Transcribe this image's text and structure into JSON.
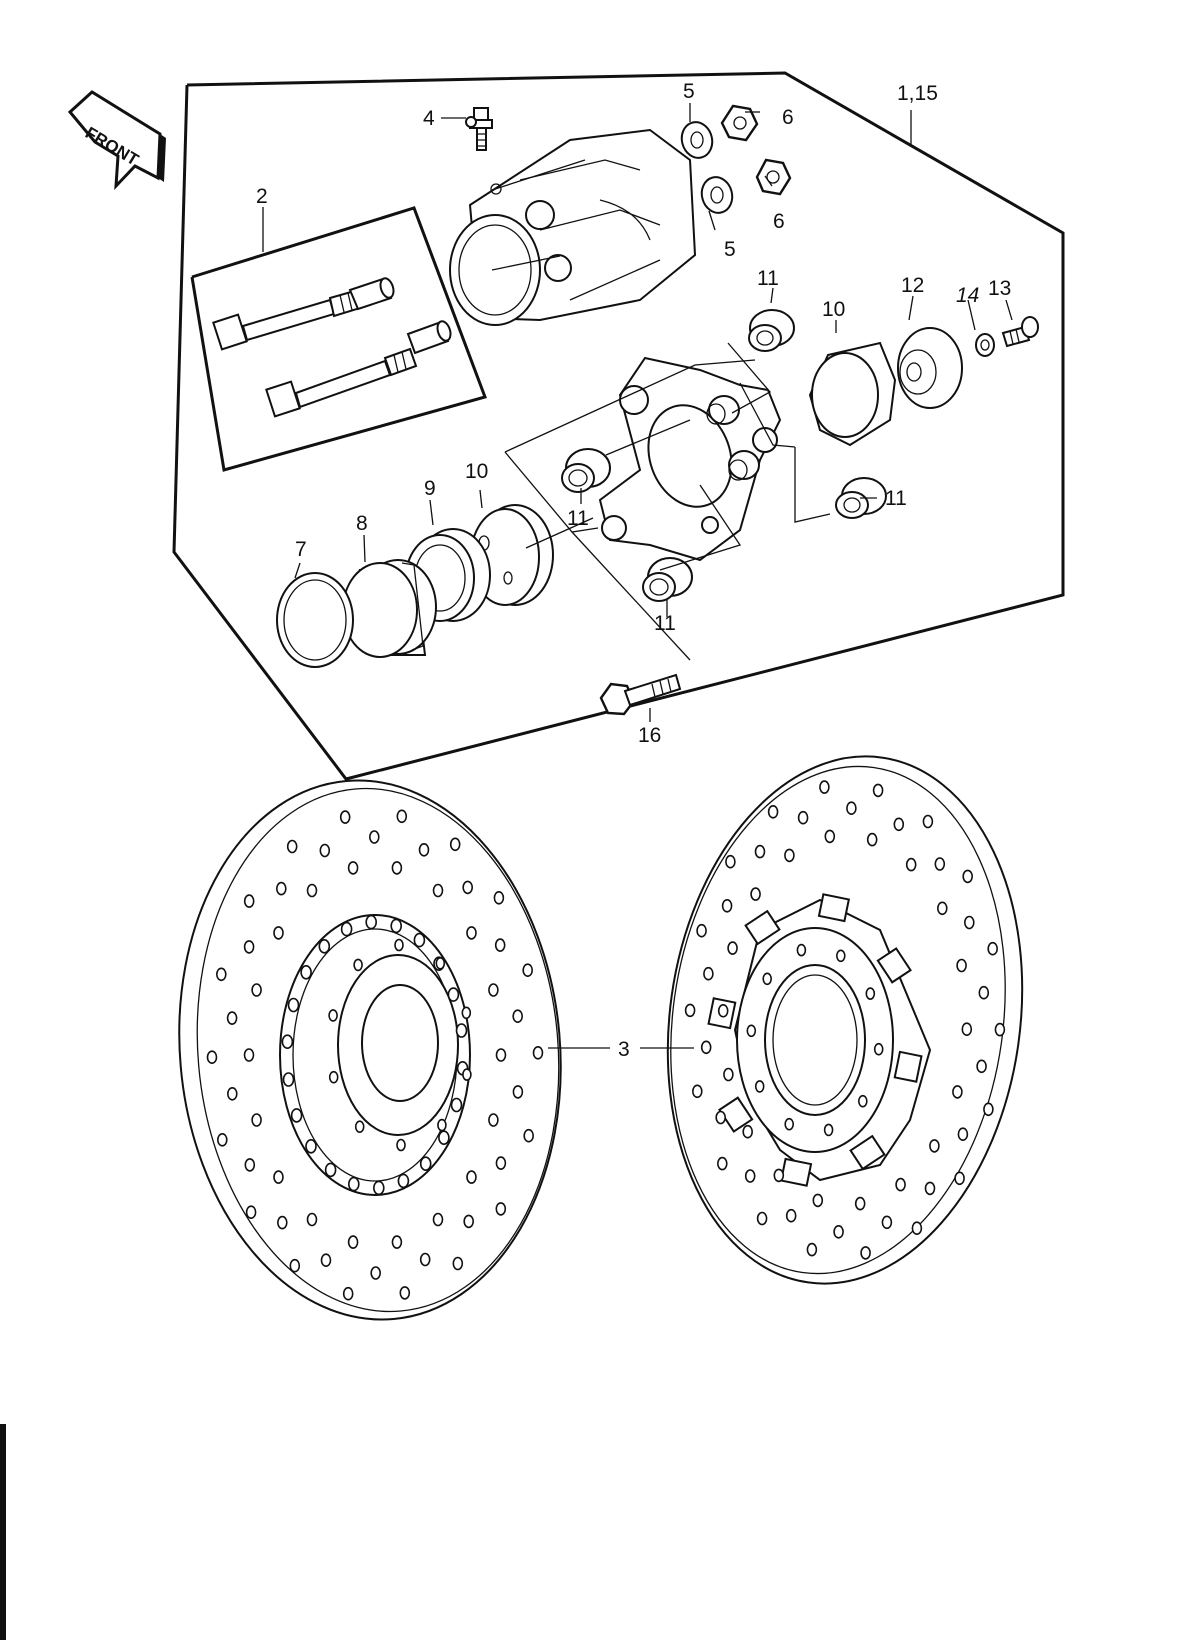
{
  "front_badge": "FRONT",
  "labels": {
    "calipers_assy": "1,15",
    "pin_kit": "2",
    "disc": "3",
    "bleed_valve": "4",
    "washer_top": "5",
    "washer_mid": "5",
    "nut_top": "6",
    "nut_mid": "6",
    "oil_seal": "7",
    "piston": "8",
    "dust_seal": "9",
    "pad_left": "10",
    "pad_right": "10",
    "boot_top": "11",
    "boot_right": "11",
    "boot_left": "11",
    "boot_bottom": "11",
    "shim": "12",
    "screw": "13",
    "lock_washer": "14",
    "bolt": "16"
  }
}
